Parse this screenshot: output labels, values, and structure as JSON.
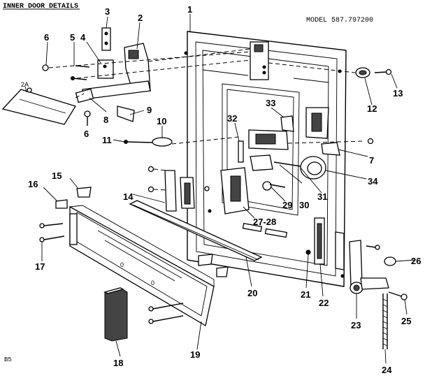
{
  "header": {
    "title": "INNER DOOR DETAILS",
    "model": "MODEL 587.797200"
  },
  "page_code": "B5",
  "callouts": {
    "c1": "1",
    "c2": "2",
    "c3": "3",
    "c4": "4",
    "c5": "5",
    "c6a": "6",
    "c6b": "6",
    "c7": "7",
    "c8": "8",
    "c9": "9",
    "c10": "10",
    "c11": "11",
    "c12": "12",
    "c13": "13",
    "c14": "14",
    "c15": "15",
    "c16": "16",
    "c17": "17",
    "c18": "18",
    "c19": "19",
    "c20": "20",
    "c21": "21",
    "c22": "22",
    "c23": "23",
    "c24": "24",
    "c25": "25",
    "c26": "26",
    "c27_28": "27-28",
    "c29": "29",
    "c30": "30",
    "c31": "31",
    "c32": "32",
    "c33": "33",
    "c34": "34",
    "c2a": "2A"
  }
}
